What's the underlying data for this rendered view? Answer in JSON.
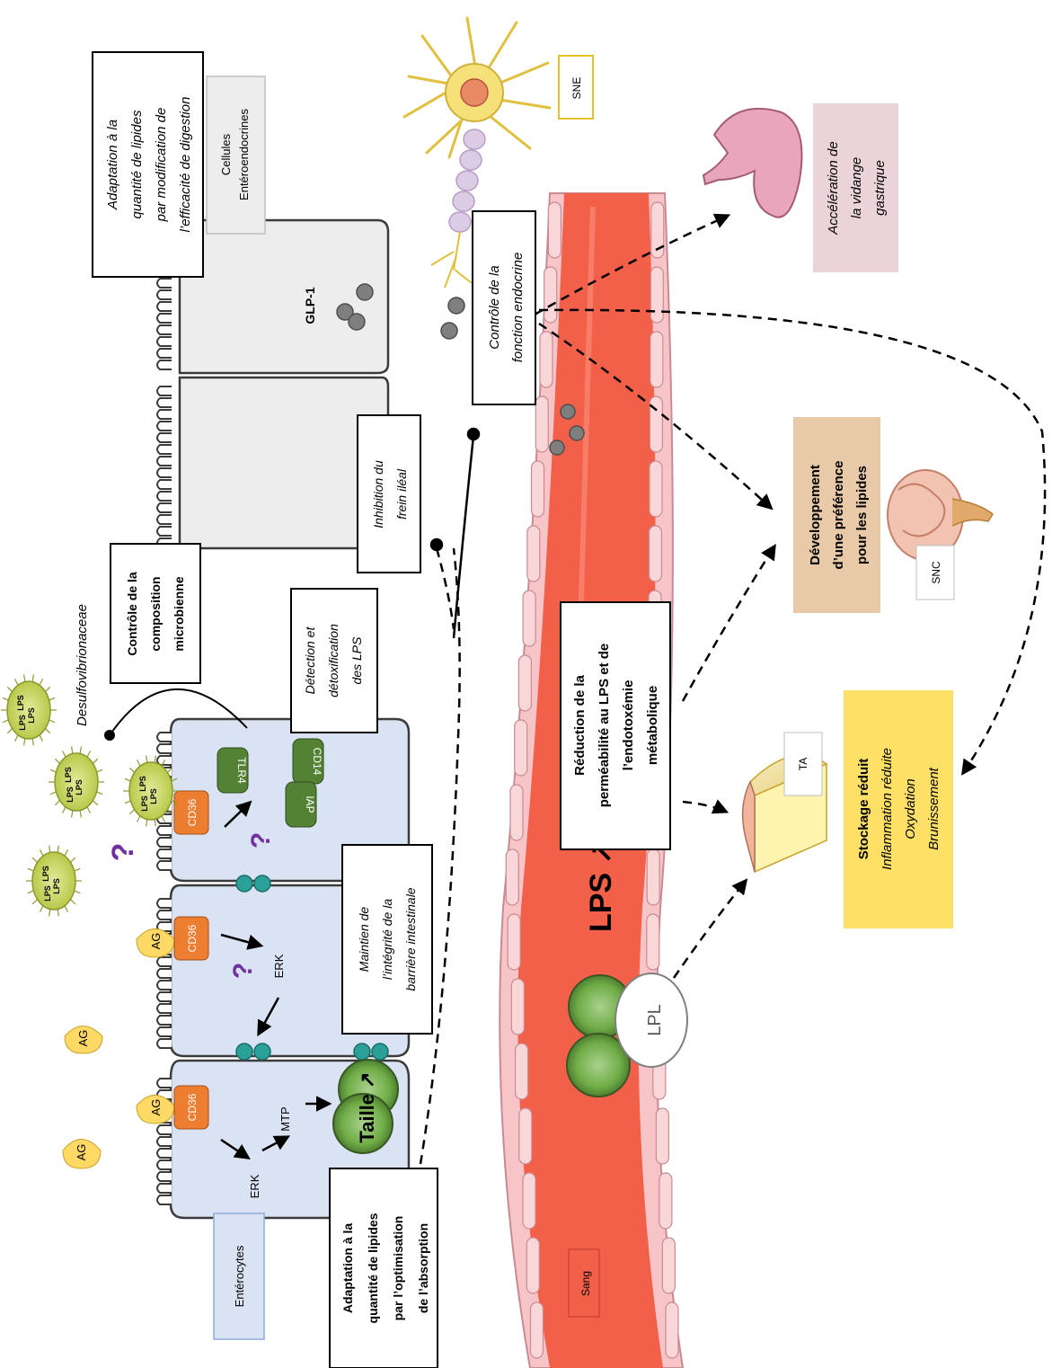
{
  "cells": {
    "enterocytes": "Entérocytes",
    "enteroendocrine_line1": "Cellules",
    "enteroendocrine_line2": "Entéroendocrines",
    "glp1": "GLP-1"
  },
  "molecules": {
    "ag": "AG",
    "cd36": "CD36",
    "erk": "ERK",
    "mtp": "MTP",
    "tlr4": "TLR4",
    "cd14": "CD14",
    "iap": "IAP",
    "lps": "LPS",
    "lpl": "LPL",
    "question": "?"
  },
  "bacteria": {
    "family": "Desulfovibrionaceae"
  },
  "blood": {
    "label": "Sang",
    "lps_increase": "LPS ↗"
  },
  "chylo": {
    "taille": "Taille ↗"
  },
  "tags": {
    "sne": "SNE",
    "snc": "SNC",
    "ta": "TA"
  },
  "boxes": {
    "absorption": [
      "Adaptation à la",
      "quantité de lipides",
      "par l’optimisation",
      "de l’absorption"
    ],
    "barrier": [
      "Maintien de",
      "l’intégrité de la",
      "barrière intestinale"
    ],
    "lps_detection": [
      "Détection et",
      "détoxification",
      "des LPS"
    ],
    "microbial": [
      "Contrôle de la",
      "composition",
      "microbienne"
    ],
    "ileal": [
      "Inhibition du",
      "frein iléal"
    ],
    "endocrine": [
      "Contrôle de la",
      "fonction endocrine"
    ],
    "digestion": [
      "Adaptation à la",
      "quantité de lipides",
      "par modification de",
      "l’efficacité de digestion"
    ],
    "endotoxemia": [
      "Réduction de la",
      "perméabilité au LPS et de",
      "l’endotoxémie",
      "métabolique"
    ],
    "gastric": [
      "Accélération de",
      "la vidange",
      "gastrique"
    ],
    "preference": [
      "Développement",
      "d’une préférence",
      "pour les lipides"
    ],
    "storage": [
      "Stockage réduit",
      "Inflammation réduite",
      "Oxydation",
      "Brunissement"
    ]
  },
  "colors": {
    "cell_fill": "#dae3f3",
    "blood": "#f2604a",
    "vessel_wall": "#f7c5c8",
    "cd36": "#ed7d31",
    "ag": "#ffd966",
    "green_receptor": "#548235",
    "storage_bg": "#ffe066",
    "preference_bg": "#e8c9a8",
    "gastric_bg": "#ebd3da",
    "question": "#7030a0"
  }
}
